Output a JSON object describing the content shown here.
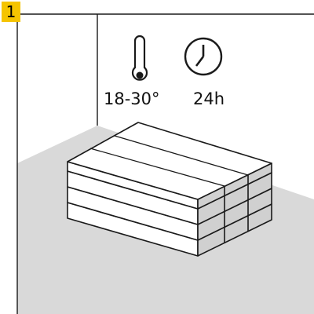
{
  "step": {
    "number": "1",
    "badge_color": "#f5c400"
  },
  "conditions": {
    "temperature": {
      "icon": "thermometer-icon",
      "label": "18-30°"
    },
    "time": {
      "icon": "clock-icon",
      "label": "24h"
    }
  },
  "scene": {
    "floor_color": "#d9d9d9",
    "panel_top_color": "#ffffff",
    "panel_side_color": "#d0d0d0",
    "stroke_color": "#1a1a1a"
  }
}
